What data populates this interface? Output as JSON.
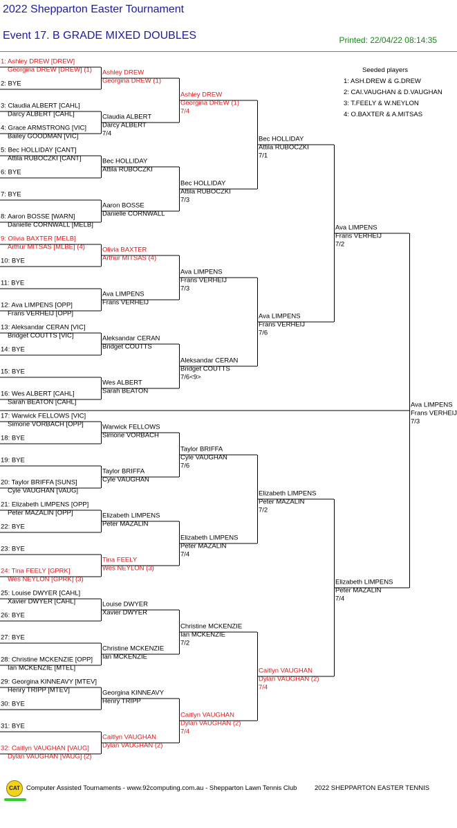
{
  "header": {
    "tournament": "2022 Shepparton Easter Tournament",
    "event": "Event 17. B GRADE MIXED DOUBLES",
    "printed": "Printed: 22/04/22 08:14:35"
  },
  "colors": {
    "title": "#1a1aa8",
    "printed": "#128a12",
    "seeded_text": "#e0161b",
    "normal_text": "#000000",
    "lines": "#000000"
  },
  "seeded": {
    "title": "Seeded players",
    "list": [
      "1: ASH.DREW & G.DREW",
      "2: CAI.VAUGHAN & D.VAUGHAN",
      "3: T.FEELY & W.NEYLON",
      "4: O.BAXTER & A.MITSAS"
    ]
  },
  "draw": [
    {
      "l1": "1: Ashley DREW [DREW]",
      "l2": "Georgina DREW [DREW] (1)",
      "seed": true
    },
    {
      "l1": "2: BYE",
      "l2": ""
    },
    {
      "l1": "3: Claudia ALBERT [CAHL]",
      "l2": "Darcy ALBERT [CAHL]"
    },
    {
      "l1": "4: Grace ARMSTRONG [VIC]",
      "l2": "Bailey GOODMAN [VIC]"
    },
    {
      "l1": "5: Bec HOLLIDAY [CANT]",
      "l2": "Attila RUBOCZKI [CANT]"
    },
    {
      "l1": "6: BYE",
      "l2": ""
    },
    {
      "l1": "7: BYE",
      "l2": ""
    },
    {
      "l1": "8: Aaron BOSSE [WARN]",
      "l2": "Danielle CORNWALL [MELB]"
    },
    {
      "l1": "9: Olivia BAXTER [MELB]",
      "l2": "Arthur MITSAS [MLBE] (4)",
      "seed": true
    },
    {
      "l1": "10: BYE",
      "l2": ""
    },
    {
      "l1": "11: BYE",
      "l2": ""
    },
    {
      "l1": "12: Ava LIMPENS [OPP]",
      "l2": "Frans VERHEIJ [OPP]"
    },
    {
      "l1": "13: Aleksandar CERAN [VIC]",
      "l2": "Bridget COUTTS [VIC]"
    },
    {
      "l1": "14: BYE",
      "l2": ""
    },
    {
      "l1": "15: BYE",
      "l2": ""
    },
    {
      "l1": "16: Wes ALBERT [CAHL]",
      "l2": "Sarah BEATON [CAHL]"
    },
    {
      "l1": "17: Warwick FELLOWS [VIC]",
      "l2": "Simone VORBACH [OPP]"
    },
    {
      "l1": "18: BYE",
      "l2": ""
    },
    {
      "l1": "19: BYE",
      "l2": ""
    },
    {
      "l1": "20: Taylor BRIFFA [SUNS]",
      "l2": "Cyle VAUGHAN [VAUG]"
    },
    {
      "l1": "21: Elizabeth LIMPENS [OPP]",
      "l2": "Peter MAZALIN [OPP]"
    },
    {
      "l1": "22: BYE",
      "l2": ""
    },
    {
      "l1": "23: BYE",
      "l2": ""
    },
    {
      "l1": "24: Tina FEELY [GPRK]",
      "l2": "Wes NEYLON [GPRK] (3)",
      "seed": true
    },
    {
      "l1": "25: Louise DWYER [CAHL]",
      "l2": "Xavier DWYER [CAHL]"
    },
    {
      "l1": "26: BYE",
      "l2": ""
    },
    {
      "l1": "27: BYE",
      "l2": ""
    },
    {
      "l1": "28: Christine MCKENZIE [OPP]",
      "l2": "Ian MCKENZIE [MTEL]"
    },
    {
      "l1": "29: Georgina KINNEAVY [MTEV]",
      "l2": "Henry TRIPP [MTEV]"
    },
    {
      "l1": "30: BYE",
      "l2": ""
    },
    {
      "l1": "31: BYE",
      "l2": ""
    },
    {
      "l1": "32: Caitlyn VAUGHAN [VAUG]",
      "l2": "Dylan VAUGHAN [VAUG] (2)",
      "seed": true
    }
  ],
  "rounds": [
    [
      {
        "l1": "Ashley DREW",
        "l2": "Georgina DREW (1)",
        "score": "",
        "seed": true
      },
      {
        "l1": "Claudia ALBERT",
        "l2": "Darcy ALBERT",
        "score": "7/4"
      },
      {
        "l1": "Bec HOLLIDAY",
        "l2": "Attila RUBOCZKI",
        "score": ""
      },
      {
        "l1": "Aaron BOSSE",
        "l2": "Danielle CORNWALL",
        "score": ""
      },
      {
        "l1": "Olivia BAXTER",
        "l2": "Arthur MITSAS (4)",
        "score": "",
        "seed": true
      },
      {
        "l1": "Ava LIMPENS",
        "l2": "Frans VERHEIJ",
        "score": ""
      },
      {
        "l1": "Aleksandar CERAN",
        "l2": "Bridget COUTTS",
        "score": ""
      },
      {
        "l1": "Wes ALBERT",
        "l2": "Sarah BEATON",
        "score": ""
      },
      {
        "l1": "Warwick FELLOWS",
        "l2": "Simone VORBACH",
        "score": ""
      },
      {
        "l1": "Taylor BRIFFA",
        "l2": "Cyle VAUGHAN",
        "score": ""
      },
      {
        "l1": "Elizabeth LIMPENS",
        "l2": "Peter MAZALIN",
        "score": ""
      },
      {
        "l1": "Tina FEELY",
        "l2": "Wes NEYLON (3)",
        "score": "",
        "seed": true
      },
      {
        "l1": "Louise DWYER",
        "l2": "Xavier DWYER",
        "score": ""
      },
      {
        "l1": "Christine MCKENZIE",
        "l2": "Ian MCKENZIE",
        "score": ""
      },
      {
        "l1": "Georgina KINNEAVY",
        "l2": "Henry TRIPP",
        "score": ""
      },
      {
        "l1": "Caitlyn VAUGHAN",
        "l2": "Dylan VAUGHAN (2)",
        "score": "",
        "seed": true
      }
    ],
    [
      {
        "l1": "Ashley DREW",
        "l2": "Georgina DREW (1)",
        "score": "7/4",
        "seed": true
      },
      {
        "l1": "Bec HOLLIDAY",
        "l2": "Attila RUBOCZKI",
        "score": "7/3"
      },
      {
        "l1": "Ava LIMPENS",
        "l2": "Frans VERHEIJ",
        "score": "7/3"
      },
      {
        "l1": "Aleksandar CERAN",
        "l2": "Bridget COUTTS",
        "score": "7/6<9>"
      },
      {
        "l1": "Taylor BRIFFA",
        "l2": "Cyle VAUGHAN",
        "score": "7/6"
      },
      {
        "l1": "Elizabeth LIMPENS",
        "l2": "Peter MAZALIN",
        "score": "7/4"
      },
      {
        "l1": "Christine MCKENZIE",
        "l2": "Ian MCKENZIE",
        "score": "7/2"
      },
      {
        "l1": "Caitlyn VAUGHAN",
        "l2": "Dylan VAUGHAN (2)",
        "score": "7/4",
        "seed": true
      }
    ],
    [
      {
        "l1": "Bec HOLLIDAY",
        "l2": "Attila RUBOCZKI",
        "score": "7/1"
      },
      {
        "l1": "Ava LIMPENS",
        "l2": "Frans VERHEIJ",
        "score": "7/6"
      },
      {
        "l1": "Elizabeth LIMPENS",
        "l2": "Peter MAZALIN",
        "score": "7/2"
      },
      {
        "l1": "Caitlyn VAUGHAN",
        "l2": "Dylan VAUGHAN (2)",
        "score": "7/4",
        "seed": true
      }
    ],
    [
      {
        "l1": "Ava LIMPENS",
        "l2": "Frans VERHEIJ",
        "score": "7/2"
      },
      {
        "l1": "Elizabeth LIMPENS",
        "l2": "Peter MAZALIN",
        "score": "7/4"
      }
    ],
    [
      {
        "l1": "Ava LIMPENS",
        "l2": "Frans VERHEIJ",
        "score": "7/3"
      }
    ]
  ],
  "footer": {
    "logo": "CAT",
    "left": "Computer Assisted Tournaments - www.92computing.com.au -  Shepparton Lawn Tennis Club",
    "right": "2022 SHEPPARTON EASTER TENNIS"
  }
}
